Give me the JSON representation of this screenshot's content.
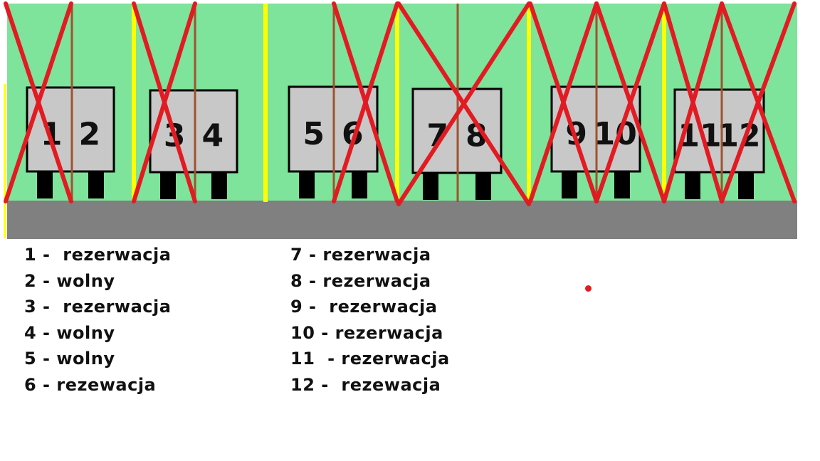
{
  "colors": {
    "grass": "#7ee39b",
    "ground": "#808080",
    "box_fill": "#c8c8c8",
    "box_stroke": "#000000",
    "legs": "#000000",
    "cross": "#e21b22",
    "yellow_divider": "#ffff00",
    "brown_divider": "#a0522d",
    "number_text": "#111111"
  },
  "stands": [
    {
      "left": "1",
      "right": "2",
      "left_status": "reserved",
      "right_status": "free"
    },
    {
      "left": "3",
      "right": "4",
      "left_status": "reserved",
      "right_status": "free"
    },
    {
      "left": "5",
      "right": "6",
      "left_status": "free",
      "right_status": "reserved"
    },
    {
      "left": "7",
      "right": "8",
      "left_status": "reserved",
      "right_status": "reserved"
    },
    {
      "left": "9",
      "right": "10",
      "left_status": "reserved",
      "right_status": "reserved"
    },
    {
      "left": "11",
      "right": "12",
      "left_status": "reserved",
      "right_status": "reserved"
    }
  ],
  "legend": {
    "left": [
      "1 -  rezerwacja",
      "2 - wolny",
      "3 -  rezerwacja",
      "4 - wolny",
      "5 - wolny",
      "6 - rezewacja"
    ],
    "right": [
      "7 - rezerwacja",
      "8 - rezerwacja",
      "9 -  rezerwacja",
      "10 - rezerwacja",
      "11  - rezerwacja",
      "12 -  rezewacja"
    ]
  }
}
